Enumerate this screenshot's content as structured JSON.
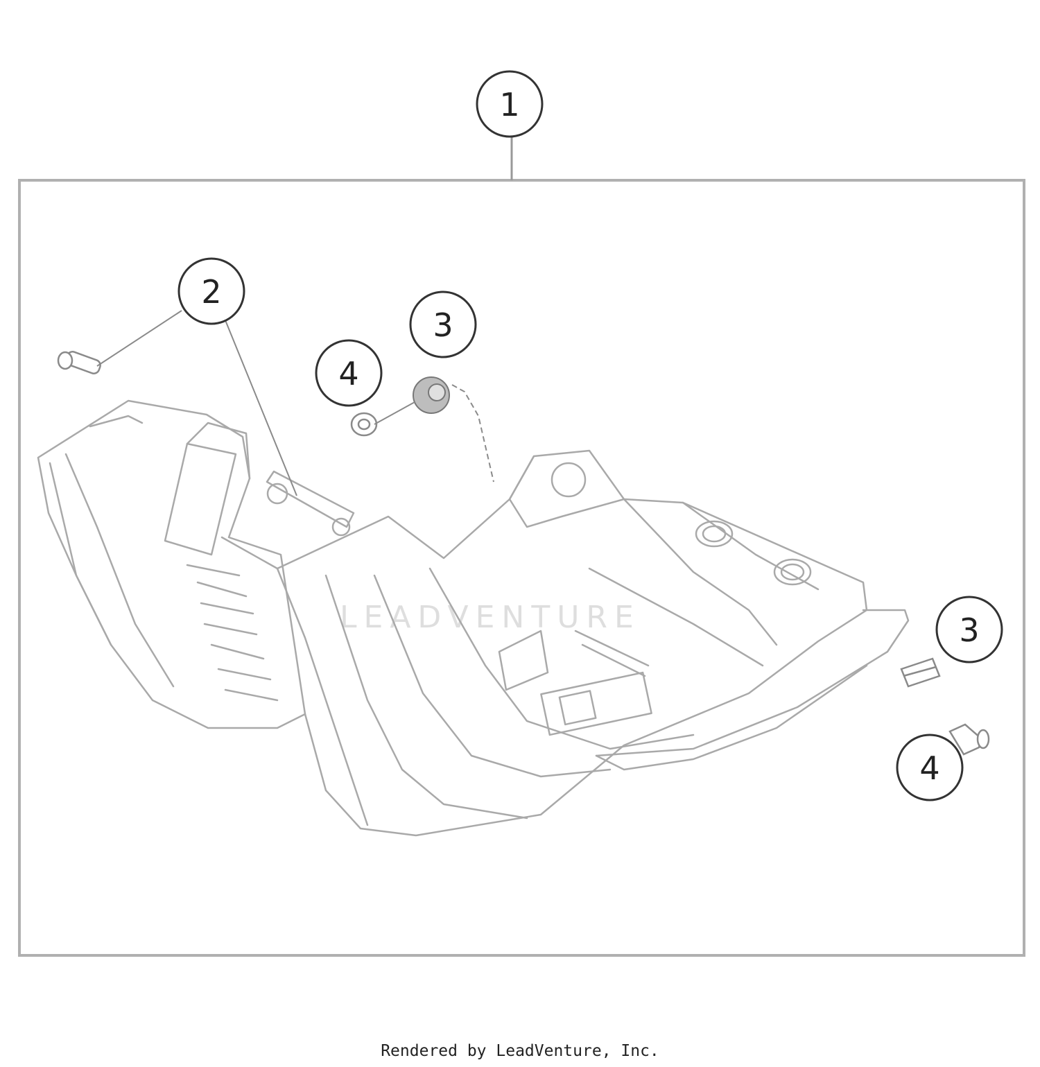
{
  "callouts": {
    "c1": "1",
    "c2": "2",
    "c3_top": "3",
    "c4_top": "4",
    "c3_right": "3",
    "c4_right": "4"
  },
  "watermark": "LEADVENTURE",
  "footer": "Rendered by LeadVenture, Inc.",
  "colors": {
    "frame": "#b0b0b0",
    "outline": "#a9a9a9",
    "callout": "#222222"
  }
}
